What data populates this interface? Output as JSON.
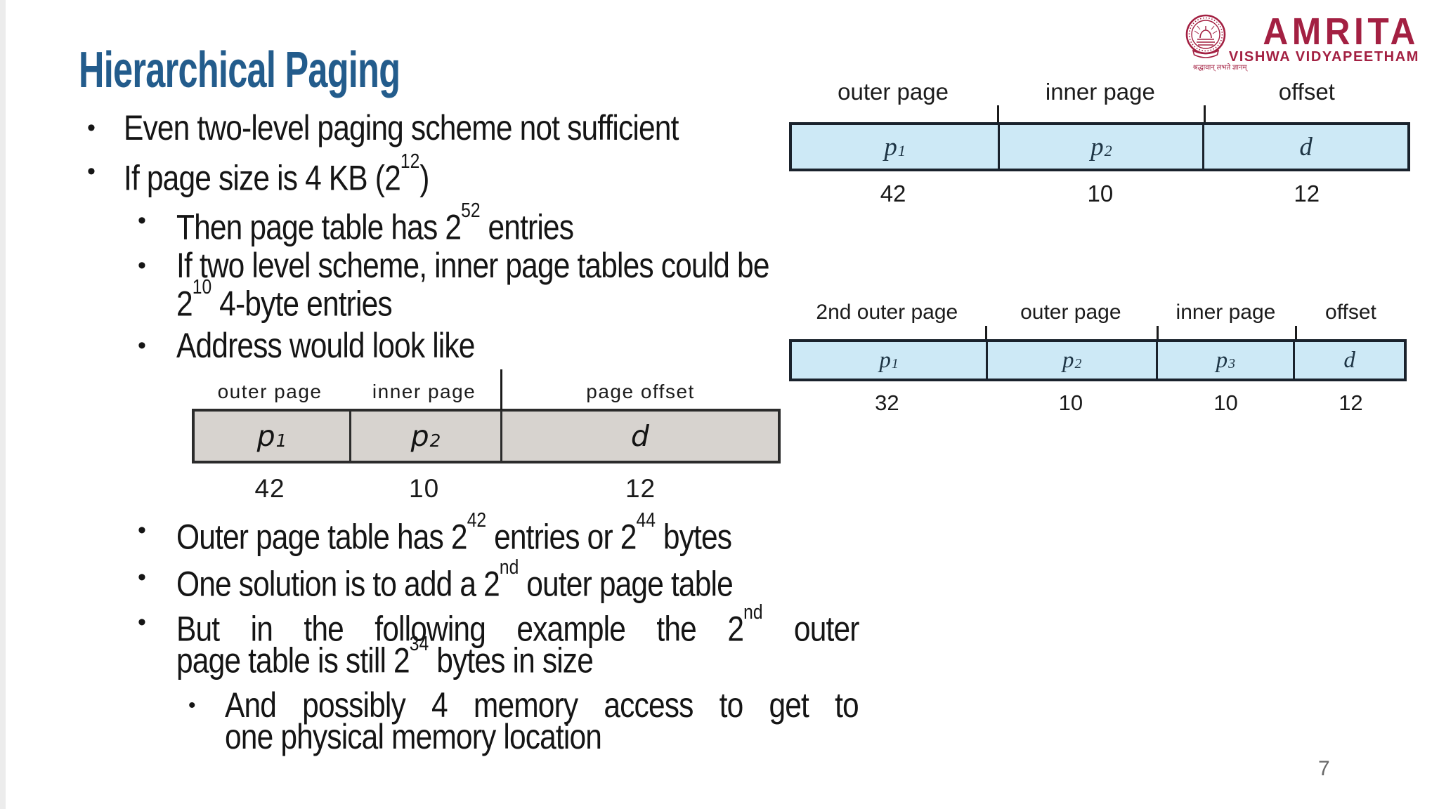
{
  "title": "Hierarchical Paging",
  "page_number": "7",
  "logo": {
    "name": "AMRITA",
    "subtitle": "VISHWA VIDYAPEETHAM",
    "motto": "श्रद्धावान् लभते ज्ञानम्"
  },
  "colors": {
    "title": "#235C8C",
    "body_text": "#151515",
    "blue_fill": "#CDE9F6",
    "blue_border": "#1A222C",
    "gray_fill": "#D7D3CF",
    "gray_border": "#2B2B2B",
    "logo_maroon": "#A32042",
    "page_number": "#6A6A6A"
  },
  "bullets": [
    {
      "level": 1,
      "lines": [
        [
          {
            "t": "Even two-level paging scheme not sufficient"
          }
        ]
      ]
    },
    {
      "level": 1,
      "lines": [
        [
          {
            "t": "If page size is 4 KB (2"
          },
          {
            "sup": "12"
          },
          {
            "t": ")"
          }
        ]
      ]
    },
    {
      "level": 2,
      "lines": [
        [
          {
            "t": "Then page table has 2"
          },
          {
            "sup": "52"
          },
          {
            "t": " entries"
          }
        ]
      ]
    },
    {
      "level": 2,
      "lines": [
        [
          {
            "t": "If two level scheme, inner page tables could be"
          }
        ],
        [
          {
            "t": "2"
          },
          {
            "sup": "10"
          },
          {
            "t": " 4-byte entries"
          }
        ]
      ]
    },
    {
      "level": 2,
      "lines": [
        [
          {
            "t": "Address would look like"
          }
        ]
      ]
    },
    {
      "level": 2,
      "lines": [
        [
          {
            "t": "Outer page table has 2"
          },
          {
            "sup": "42"
          },
          {
            "t": " entries or 2"
          },
          {
            "sup": "44"
          },
          {
            "t": " bytes"
          }
        ]
      ]
    },
    {
      "level": 2,
      "lines": [
        [
          {
            "t": "One solution is to add a 2"
          },
          {
            "sup": "nd"
          },
          {
            "t": " outer page table"
          }
        ]
      ]
    },
    {
      "level": 2,
      "lines": [
        [
          {
            "t": "But in the following example the 2"
          },
          {
            "sup": "nd"
          },
          {
            "t": " outer"
          }
        ],
        [
          {
            "t": "page table is still 2"
          },
          {
            "sup": "34"
          },
          {
            "t": " bytes in size"
          }
        ]
      ]
    },
    {
      "level": 3,
      "lines": [
        [
          {
            "t": "And possibly 4 memory access to get to"
          }
        ],
        [
          {
            "t": "one physical memory location"
          }
        ]
      ]
    }
  ],
  "diagrams": {
    "blue_two_level": {
      "headers": [
        "outer page",
        "inner page",
        "offset"
      ],
      "cells": [
        {
          "t": "p",
          "sub": "1"
        },
        {
          "t": "p",
          "sub": "2"
        },
        {
          "t": "d"
        }
      ],
      "bits": [
        "42",
        "10",
        "12"
      ]
    },
    "blue_three_level": {
      "headers": [
        "2nd outer page",
        "outer page",
        "inner page",
        "offset"
      ],
      "cells": [
        {
          "t": "p",
          "sub": "1"
        },
        {
          "t": "p",
          "sub": "2"
        },
        {
          "t": "p",
          "sub": "3"
        },
        {
          "t": "d"
        }
      ],
      "bits": [
        "32",
        "10",
        "10",
        "12"
      ]
    },
    "gray_two_level": {
      "headers": [
        "outer page",
        "inner page",
        "page offset"
      ],
      "cells": [
        {
          "t": "p",
          "sub": "1"
        },
        {
          "t": "p",
          "sub": "2"
        },
        {
          "t": "d"
        }
      ],
      "bits": [
        "42",
        "10",
        "12"
      ]
    }
  }
}
